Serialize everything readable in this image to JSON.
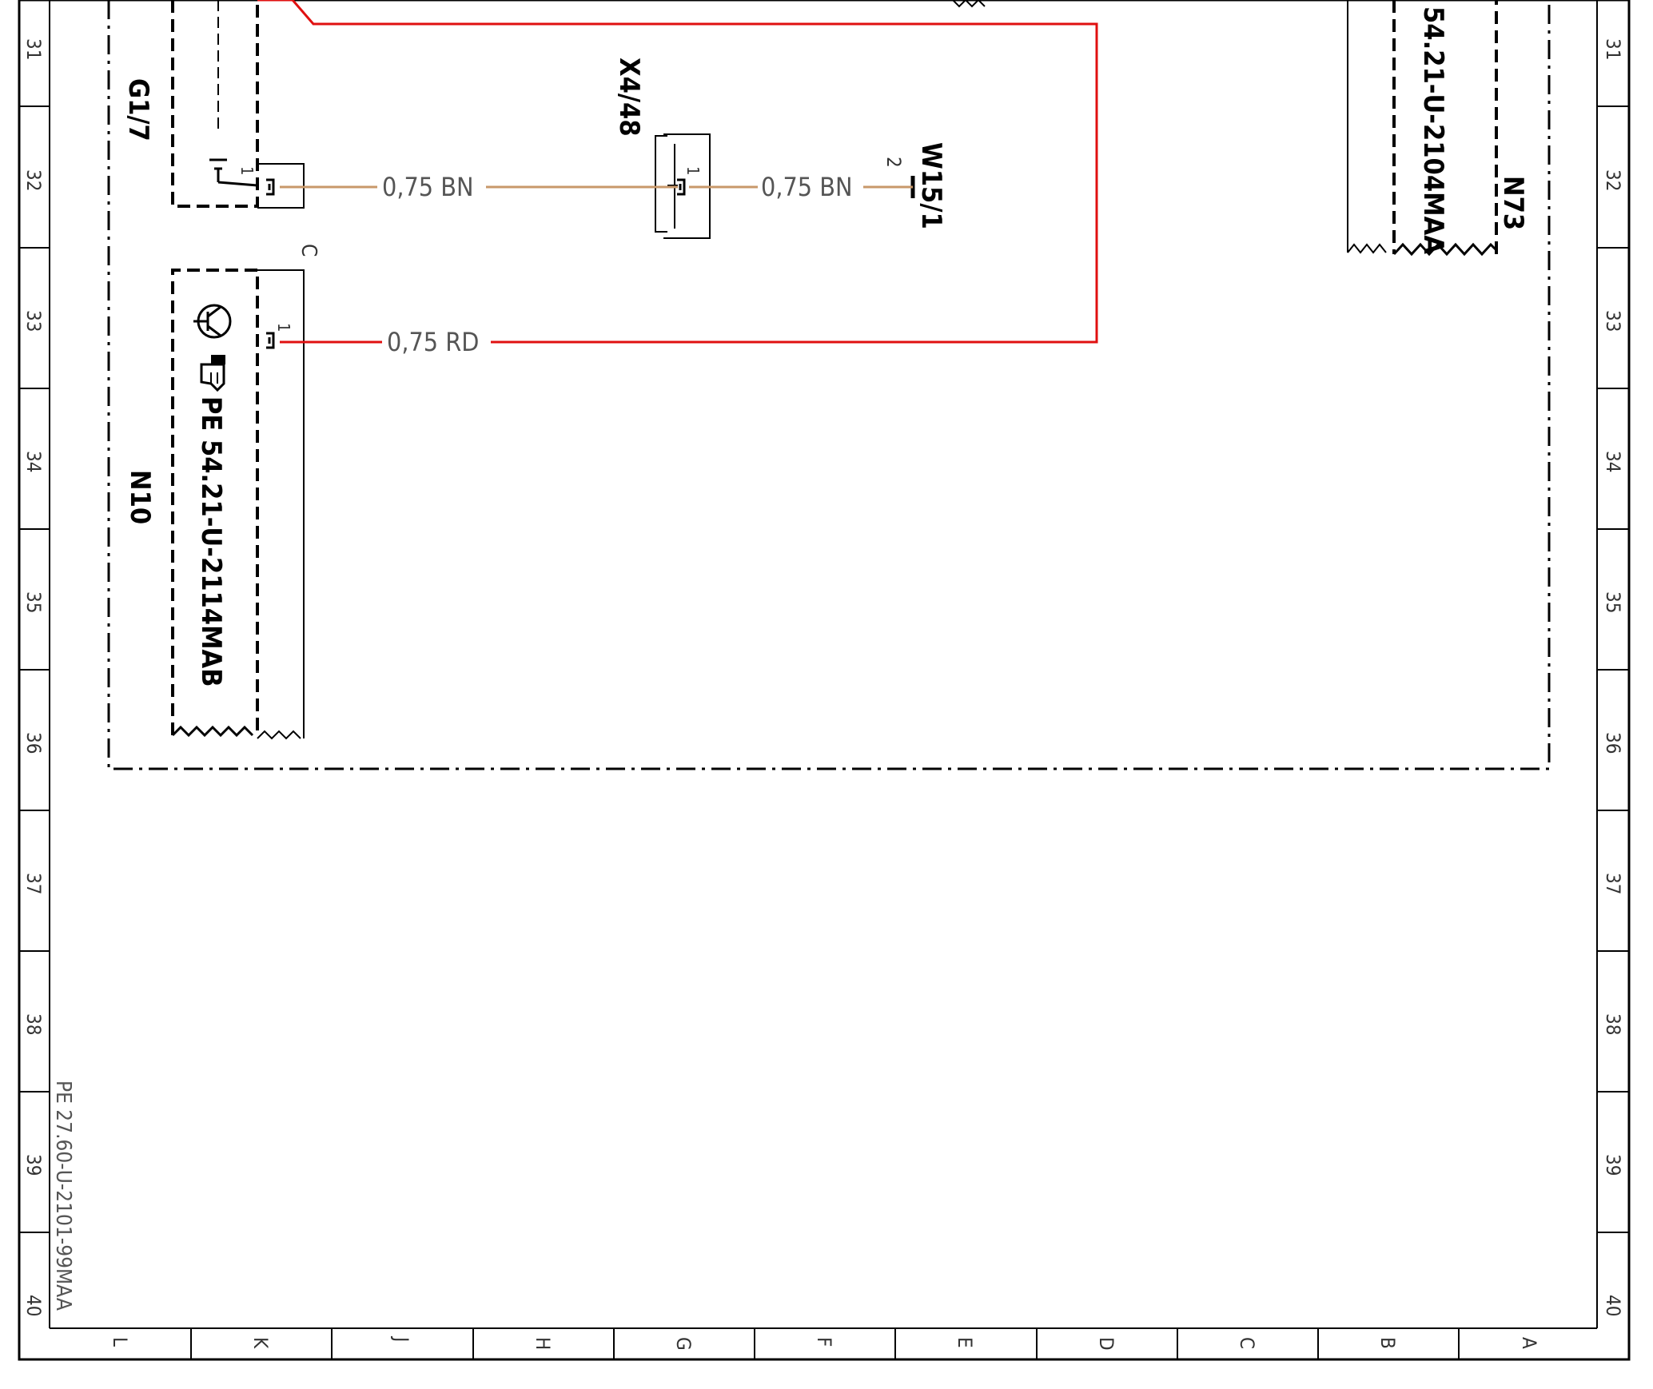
{
  "frame": {
    "row_labels": [
      "31",
      "32",
      "33",
      "34",
      "35",
      "36",
      "37",
      "38",
      "39",
      "40"
    ],
    "column_labels": [
      "L",
      "K",
      "J",
      "H",
      "G",
      "F",
      "E",
      "D",
      "C",
      "B",
      "A"
    ]
  },
  "document_id": "PE 27.60-U-2101-99MAA",
  "components": {
    "g1_7": {
      "label": "G1/7",
      "pin": "1"
    },
    "n10": {
      "label": "N10",
      "ref": "PE 54.21-U-2114MAB",
      "connector": "C",
      "pin": "1"
    },
    "x4_48": {
      "label": "X4/48",
      "pin": "1"
    },
    "w15_1": {
      "label": "W15/1",
      "pin": "2"
    },
    "n73": {
      "label": "N73",
      "ref": "54.21-U-2104MAA"
    }
  },
  "wires": {
    "brown_1": "0,75 BN",
    "brown_2": "0,75 BN",
    "red_1": "0,75 RD"
  },
  "colors": {
    "frame": "#000000",
    "wire_brown": "#c8986a",
    "wire_red": "#e01010",
    "text_gray": "#555555"
  }
}
